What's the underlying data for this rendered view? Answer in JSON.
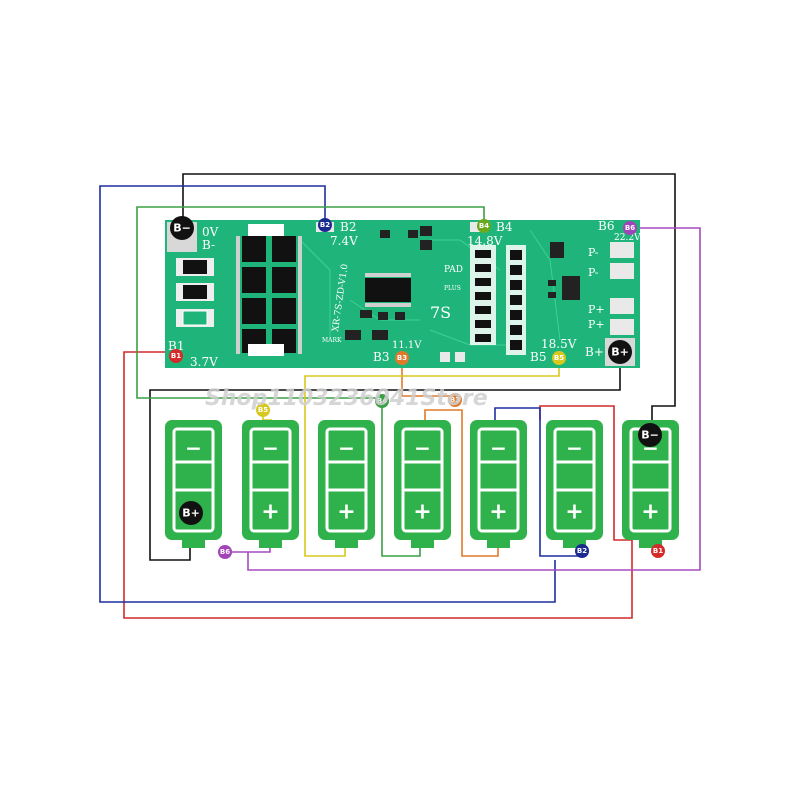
{
  "board": {
    "model": "XR-7S-ZD-V1.0",
    "series": "7S",
    "pad_label": "PAD",
    "plus_label": "PLUS",
    "mark_label": "MARK",
    "pads": {
      "b_minus": "B−",
      "b_plus": "B+",
      "b1": "B1",
      "b2": "B2",
      "b3": "B3",
      "b4": "B4",
      "b5": "B5",
      "b6": "B6"
    },
    "labels": {
      "zero_v": "0V",
      "b_minus_text": "B-",
      "b1_text": "B1",
      "v_3_7": "3.7V",
      "b2_text": "B2",
      "v_7_4": "7.4V",
      "b3_text": "B3",
      "v_11_1": "11.1V",
      "b4_text": "B4",
      "v_14_8": "14.8V",
      "b5_text": "B5",
      "v_18_5": "18.5V",
      "b6_text": "B6",
      "v_22_2": "22.2V",
      "b_plus_text": "B+",
      "p_minus_1": "P-",
      "p_minus_2": "P-",
      "p_plus_1": "P+",
      "p_plus_2": "P+"
    }
  },
  "cells": {
    "minus_symbol": "−",
    "plus_symbol": "+"
  },
  "wire_badges": {
    "b_minus": "B−",
    "b_plus": "B+",
    "b1": "B1",
    "b2": "B2",
    "b3": "B3",
    "b4": "B4",
    "b5": "B5",
    "b6": "B6"
  },
  "watermark": "Shop1103236041Store",
  "colors": {
    "pcb": "#1fb57a",
    "cell": "#2fb14b",
    "black": "#111111",
    "red": "#d42a2a",
    "blue": "#1b2a8f",
    "green": "#35a03a",
    "orange": "#e07a2a",
    "yellow": "#d8c81e",
    "purple": "#a044b8",
    "b4_green": "#6aa81e",
    "wire_navy": "#1f2fa0",
    "wire_green": "#3aa043",
    "wire_purple": "#a54ac0"
  }
}
